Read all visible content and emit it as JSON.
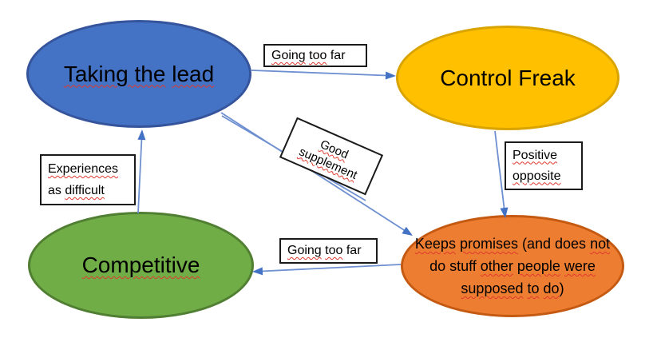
{
  "nodes": {
    "taking_lead": {
      "label": "Taking the lead",
      "fill": "#4472C4",
      "border": "#35549B",
      "lines": [
        [
          {
            "t": "Taking the",
            "sq": true
          },
          {
            "t": " ",
            "sq": false
          },
          {
            "t": "lead",
            "sq": true
          }
        ]
      ]
    },
    "control_freak": {
      "label": "Control Freak",
      "fill": "#FFC000",
      "border": "#D9A300",
      "lines": [
        [
          {
            "t": "Control Freak",
            "sq": false
          }
        ]
      ]
    },
    "competitive": {
      "label": "Competitive",
      "fill": "#70AD47",
      "border": "#507E32",
      "lines": [
        [
          {
            "t": "Competitive",
            "sq": true
          }
        ]
      ]
    },
    "keeps_promises": {
      "label": "Keeps promises (and does not do stuff other people were supposed to do)",
      "fill": "#ED7D31",
      "border": "#C45911",
      "lines": [
        [
          {
            "t": "Keeps",
            "sq": true
          },
          {
            "t": " ",
            "sq": false
          },
          {
            "t": "promises",
            "sq": true
          },
          {
            "t": " (and does ",
            "sq": false
          },
          {
            "t": "not",
            "sq": true
          }
        ],
        [
          {
            "t": "do stuff ",
            "sq": false
          },
          {
            "t": "other",
            "sq": true
          },
          {
            "t": " ",
            "sq": false
          },
          {
            "t": "people",
            "sq": true
          },
          {
            "t": " ",
            "sq": false
          },
          {
            "t": "were",
            "sq": true
          }
        ],
        [
          {
            "t": "supposed",
            "sq": true
          },
          {
            "t": " ",
            "sq": false
          },
          {
            "t": "to",
            "sq": true
          },
          {
            "t": " ",
            "sq": false
          },
          {
            "t": "do",
            "sq": true
          },
          {
            "t": ")",
            "sq": false
          }
        ]
      ]
    }
  },
  "edge_labels": {
    "top_going_too_far": {
      "label": "Going too far",
      "lines": [
        [
          {
            "t": "Going",
            "sq": true
          },
          {
            "t": " ",
            "sq": false
          },
          {
            "t": "too",
            "sq": true
          },
          {
            "t": " far",
            "sq": false
          }
        ]
      ]
    },
    "good_supplement": {
      "label": "Good supplement",
      "lines": [
        [
          {
            "t": "Good",
            "sq": true
          }
        ],
        [
          {
            "t": "supplement",
            "sq": true
          }
        ]
      ]
    },
    "positive_opposite": {
      "label": "Positive opposite",
      "lines": [
        [
          {
            "t": "Positive",
            "sq": true
          }
        ],
        [
          {
            "t": "opposite",
            "sq": true
          }
        ]
      ]
    },
    "experiences_as_difficult": {
      "label": "Experiences as difficult",
      "lines": [
        [
          {
            "t": "Experiences",
            "sq": true
          }
        ],
        [
          {
            "t": "as ",
            "sq": false
          },
          {
            "t": "difficult",
            "sq": true
          }
        ]
      ]
    },
    "bottom_going_too_far": {
      "label": "Going too far",
      "lines": [
        [
          {
            "t": "Going",
            "sq": true
          },
          {
            "t": " ",
            "sq": false
          },
          {
            "t": "too",
            "sq": true
          },
          {
            "t": " far",
            "sq": false
          }
        ]
      ]
    }
  },
  "edges": [
    {
      "from": "Taking the lead",
      "to": "Control Freak",
      "label": "Going too far"
    },
    {
      "from": "Taking the lead",
      "to": "Keeps promises (and does not do stuff other people were supposed to do)",
      "label": "Good supplement"
    },
    {
      "from": "Control Freak",
      "to": "Keeps promises (and does not do stuff other people were supposed to do)",
      "label": "Positive opposite"
    },
    {
      "from": "Keeps promises (and does not do stuff other people were supposed to do)",
      "to": "Competitive",
      "label": "Going too far"
    },
    {
      "from": "Competitive",
      "to": "Taking the lead",
      "label": "Experiences as difficult"
    }
  ],
  "colors": {
    "arrow_line": "#6E8FD0",
    "arrow_head": "#4472C4",
    "squiggle": "#E0392D",
    "box_border": "#1A1A1A",
    "background": "#FFFFFF",
    "text": "#000000"
  }
}
